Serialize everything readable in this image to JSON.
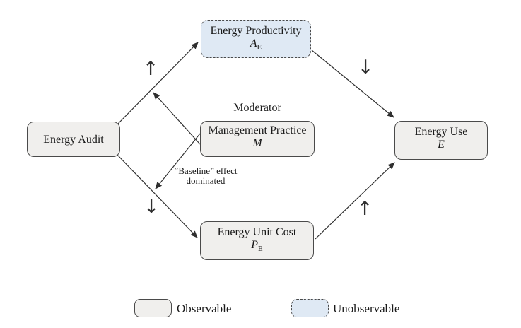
{
  "diagram": {
    "nodes": {
      "energy_audit": {
        "label": "Energy Audit"
      },
      "energy_productivity": {
        "label": "Energy Productivity",
        "symbol_var": "A",
        "symbol_sub": "E"
      },
      "management_practice": {
        "label": "Management Practice",
        "symbol_var": "M",
        "symbol_sub": ""
      },
      "energy_unit_cost": {
        "label": "Energy Unit Cost",
        "symbol_var": "P",
        "symbol_sub": "E"
      },
      "energy_use": {
        "label": "Energy Use",
        "symbol_var": "E",
        "symbol_sub": ""
      }
    },
    "annotations": {
      "moderator": "Moderator",
      "baseline_effect_line1": "“Baseline” effect",
      "baseline_effect_line2": "dominated"
    },
    "effect_signs": {
      "audit_to_productivity": "↑",
      "productivity_to_use": "↓",
      "audit_to_unit_cost": "↓",
      "unit_cost_to_use": "↑"
    },
    "legend": {
      "observable_label": "Observable",
      "unobservable_label": "Unobservable"
    },
    "colors": {
      "observable_fill": "#f0efed",
      "unobservable_fill": "#dfe9f4",
      "node_border": "#4a4a4a",
      "edge_line": "#2f2f2f"
    }
  }
}
